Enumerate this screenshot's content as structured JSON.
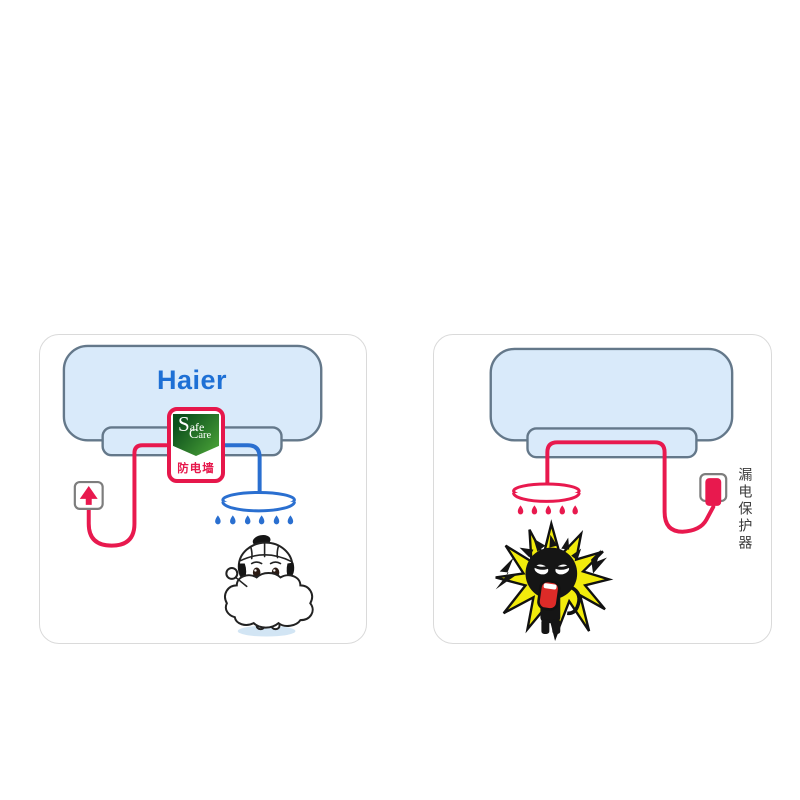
{
  "left_panel": {
    "brand_logo": "Haier",
    "safe_care_badge": {
      "word1": "Safe",
      "word2": "Care",
      "subtitle_cn": "防电墙"
    },
    "icons": [
      "water-heater",
      "safe-care-badge",
      "power-outlet",
      "arrow-up-icon",
      "power-cord",
      "shower-head",
      "water-drops",
      "showering-girl"
    ]
  },
  "right_panel": {
    "plug_label_cn": "漏电保护器",
    "icons": [
      "water-heater",
      "power-cord",
      "shower-head",
      "water-drops",
      "leakage-protector-plug",
      "electric-spark-burst",
      "electrocuted-character"
    ]
  },
  "colors": {
    "wire-red": "#e8194e",
    "pipe-blue": "#2a6fd0",
    "heater-fill": "#d9eafa",
    "heater-stroke": "#64788a",
    "haier-blue": "#1e70d5",
    "badge-red": "#e6174b",
    "badge-green-dark": "#0c4f1c",
    "badge-green-light": "#4aa338",
    "spark-yellow": "#f2eb0c",
    "card-border": "#dadada",
    "label-gray": "#3a3a3a",
    "shadow-blue": "#d2e5f4"
  }
}
